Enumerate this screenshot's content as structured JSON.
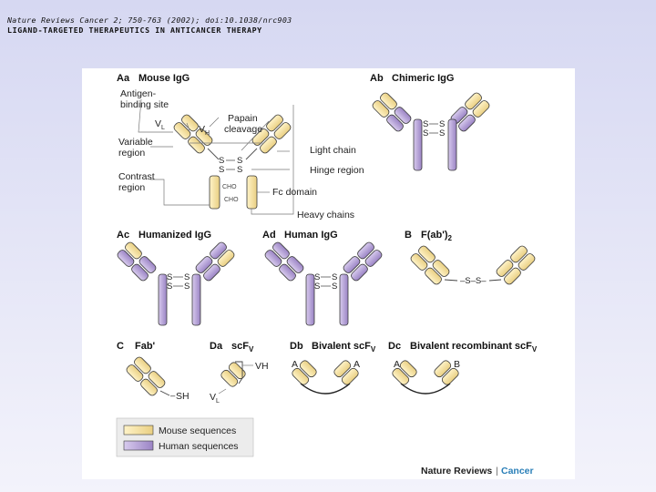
{
  "header": {
    "citation": "Nature Reviews Cancer 2; 750-763 (2002); doi:10.1038/nrc903",
    "title": "LIGAND-TARGETED THERAPEUTICS IN ANTICANCER THERAPY"
  },
  "figure": {
    "panels": {
      "Aa": {
        "id": "Aa",
        "name": "Mouse IgG"
      },
      "Ab": {
        "id": "Ab",
        "name": "Chimeric IgG"
      },
      "Ac": {
        "id": "Ac",
        "name": "Humanized IgG"
      },
      "Ad": {
        "id": "Ad",
        "name": "Human IgG"
      },
      "B": {
        "id": "B",
        "name": "F(ab')",
        "sub": "2"
      },
      "C": {
        "id": "C",
        "name": "Fab'"
      },
      "Da": {
        "id": "Da",
        "name": "scF",
        "sub": "V"
      },
      "Db": {
        "id": "Db",
        "name": "Bivalent scF",
        "sub": "V"
      },
      "Dc": {
        "id": "Dc",
        "name": "Bivalent recombinant scF",
        "sub": "V"
      }
    },
    "labels": {
      "antigen_binding_site_1": "Antigen-",
      "antigen_binding_site_2": "binding site",
      "vl": "V",
      "vl_sub": "L",
      "vh": "V",
      "vh_sub": "H",
      "papain_1": "Papain",
      "papain_2": "cleavage",
      "variable_1": "Variable",
      "variable_2": "region",
      "light_chain": "Light chain",
      "hinge_region": "Hinge region",
      "contrast_1": "Contrast",
      "contrast_2": "region",
      "fc_domain": "Fc domain",
      "heavy_chains": "Heavy chains",
      "cho": "CHO",
      "s": "S",
      "sh": "SH",
      "a": "A",
      "b": "B",
      "da_vh": "VH",
      "da_vl": "V",
      "da_vl_sub": "L"
    },
    "legend": {
      "mouse": "Mouse sequences",
      "human": "Human sequences"
    },
    "colors": {
      "mouse": "#f2dea0",
      "human": "#b9a6d6",
      "outline": "#3a3a3a"
    },
    "footer": {
      "journal": "Nature Reviews",
      "separator": "|",
      "section": "Cancer"
    }
  }
}
